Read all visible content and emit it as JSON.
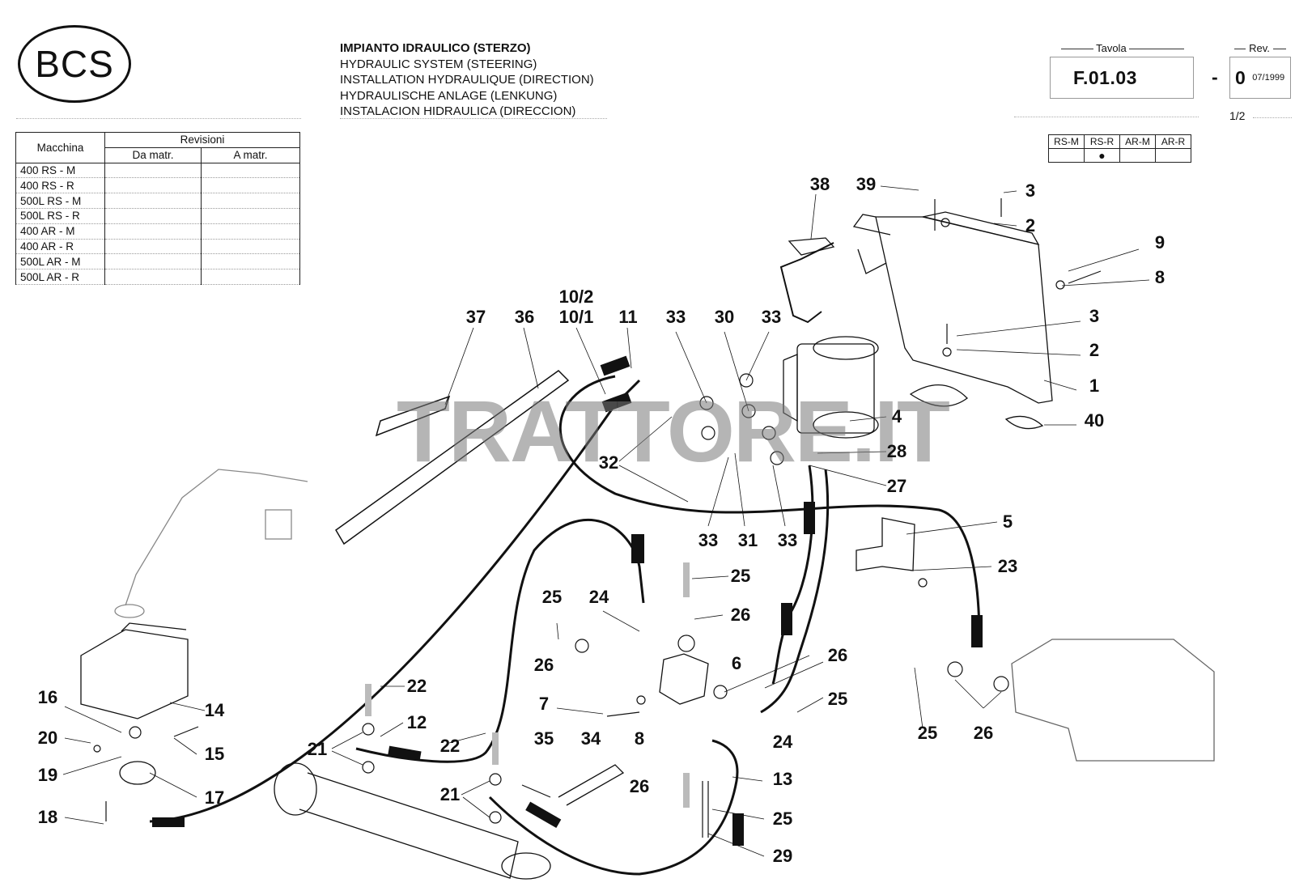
{
  "header": {
    "logo_text": "BCS",
    "title_lines": [
      "IMPIANTO IDRAULICO (STERZO)",
      "HYDRAULIC SYSTEM (STEERING)",
      "INSTALLATION HYDRAULIQUE (DIRECTION)",
      "HYDRAULISCHE ANLAGE (LENKUNG)",
      "INSTALACION HIDRAULICA (DIRECCION)"
    ],
    "tavola_label": "Tavola",
    "tavola_code": "F.01.03",
    "rev_label": "Rev.",
    "rev_dash": "-",
    "rev_value": "0",
    "rev_date": "07/1999",
    "page": "1/2"
  },
  "revision_table": {
    "machine_header": "Macchina",
    "revisions_header": "Revisioni",
    "from_header": "Da matr.",
    "to_header": "A matr.",
    "machines": [
      "400 RS - M",
      "400 RS - R",
      "500L RS - M",
      "500L RS - R",
      "400 AR - M",
      "400 AR - R",
      "500L AR - M",
      "500L AR - R"
    ]
  },
  "variants": {
    "labels": [
      "RS-M",
      "RS-R",
      "AR-M",
      "AR-R"
    ],
    "marker": "●",
    "selected": "RS-R"
  },
  "watermark": "TRATTORE.IT",
  "callouts": [
    "38",
    "39",
    "3",
    "2",
    "9",
    "8",
    "3",
    "2",
    "1",
    "40",
    "37",
    "36",
    "10/2",
    "10/1",
    "11",
    "33",
    "30",
    "33",
    "4",
    "28",
    "27",
    "32",
    "33",
    "31",
    "33",
    "5",
    "23",
    "25",
    "26",
    "25",
    "24",
    "6",
    "26",
    "26",
    "25",
    "7",
    "8",
    "24",
    "26",
    "24",
    "25",
    "26",
    "22",
    "12",
    "22",
    "21",
    "35",
    "34",
    "13",
    "21",
    "25",
    "29",
    "16",
    "14",
    "20",
    "15",
    "19",
    "17",
    "18"
  ]
}
